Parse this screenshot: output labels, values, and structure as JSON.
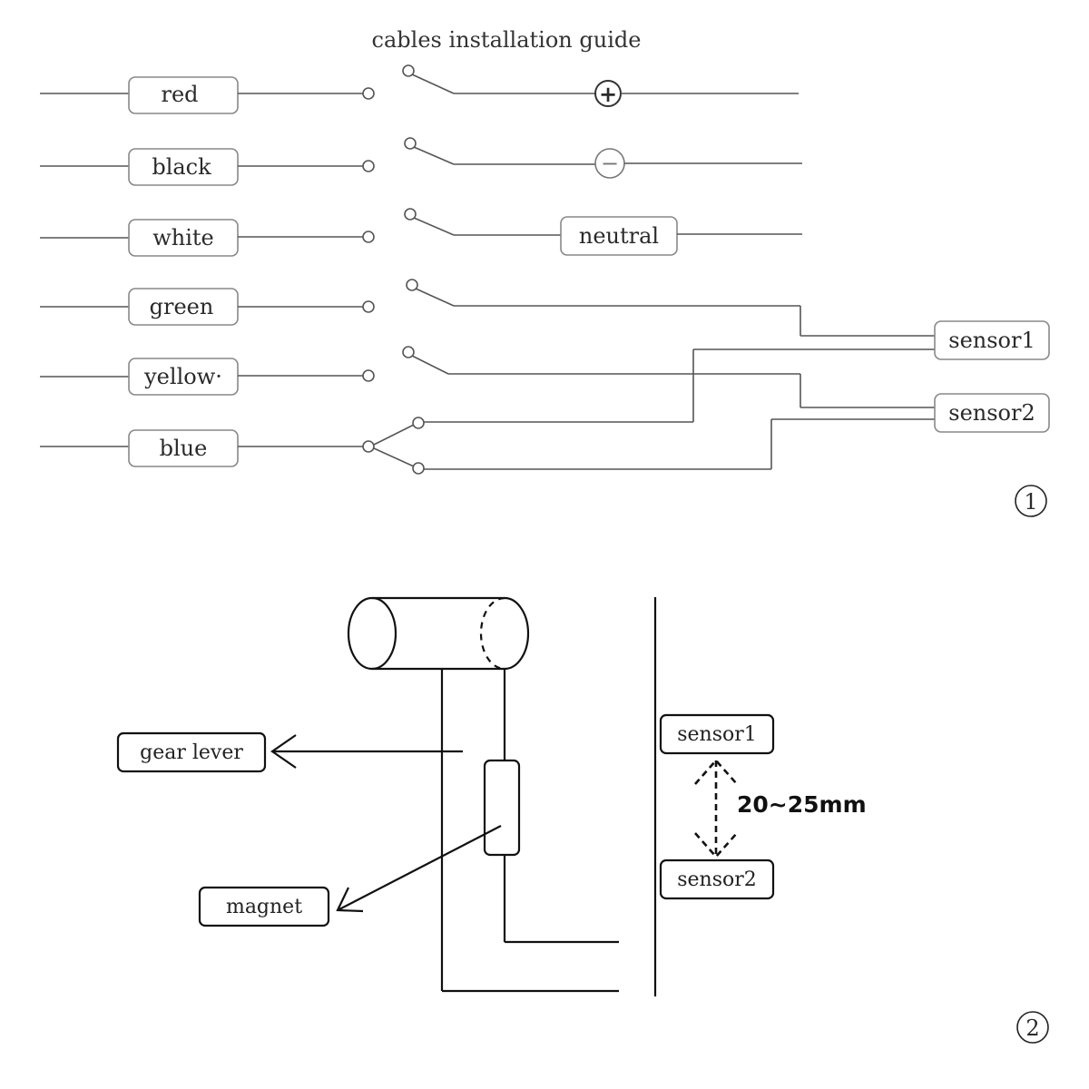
{
  "title": "cables installation guide",
  "wiring": {
    "wires": [
      {
        "label": "red",
        "target": "+"
      },
      {
        "label": "black",
        "target": "−"
      },
      {
        "label": "white",
        "target": "neutral"
      },
      {
        "label": "green",
        "target": "sensor1"
      },
      {
        "label": "yellow·",
        "target": "sensor2"
      },
      {
        "label": "blue",
        "target": "sensor1 / sensor2"
      }
    ],
    "plus_symbol": "+",
    "minus_symbol": "−",
    "neutral_label": "neutral",
    "sensor1_label": "sensor1",
    "sensor2_label": "sensor2",
    "figure_number": "①"
  },
  "mounting": {
    "gear_lever_label": "gear lever",
    "magnet_label": "magnet",
    "sensor1_label": "sensor1",
    "sensor2_label": "sensor2",
    "distance_label": "20~25mm",
    "figure_number": "②"
  },
  "colors": {
    "ink": "#4a4a4a",
    "ink_dark": "#111111",
    "label_border": "#777777"
  }
}
